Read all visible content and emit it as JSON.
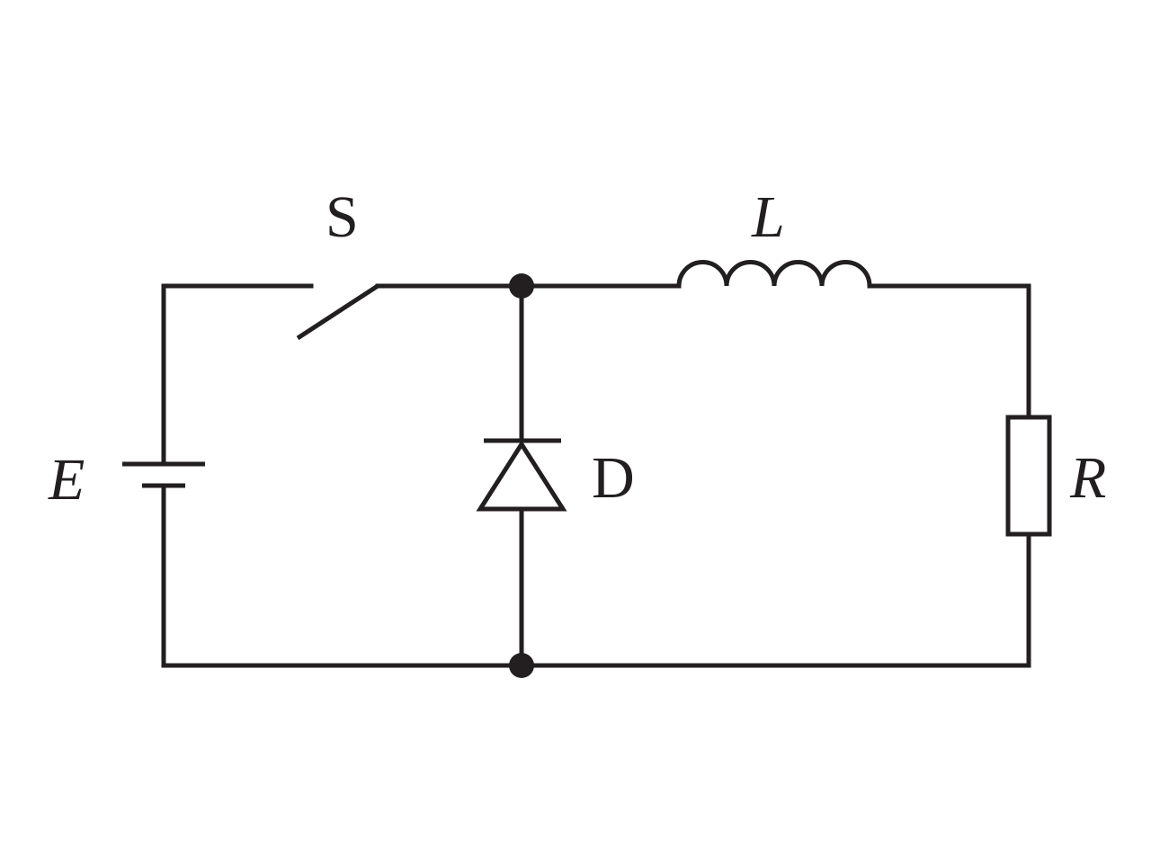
{
  "circuit": {
    "labels": {
      "switch": "S",
      "inductor": "L",
      "source": "E",
      "diode": "D",
      "resistor": "R"
    },
    "junctions": 2
  }
}
